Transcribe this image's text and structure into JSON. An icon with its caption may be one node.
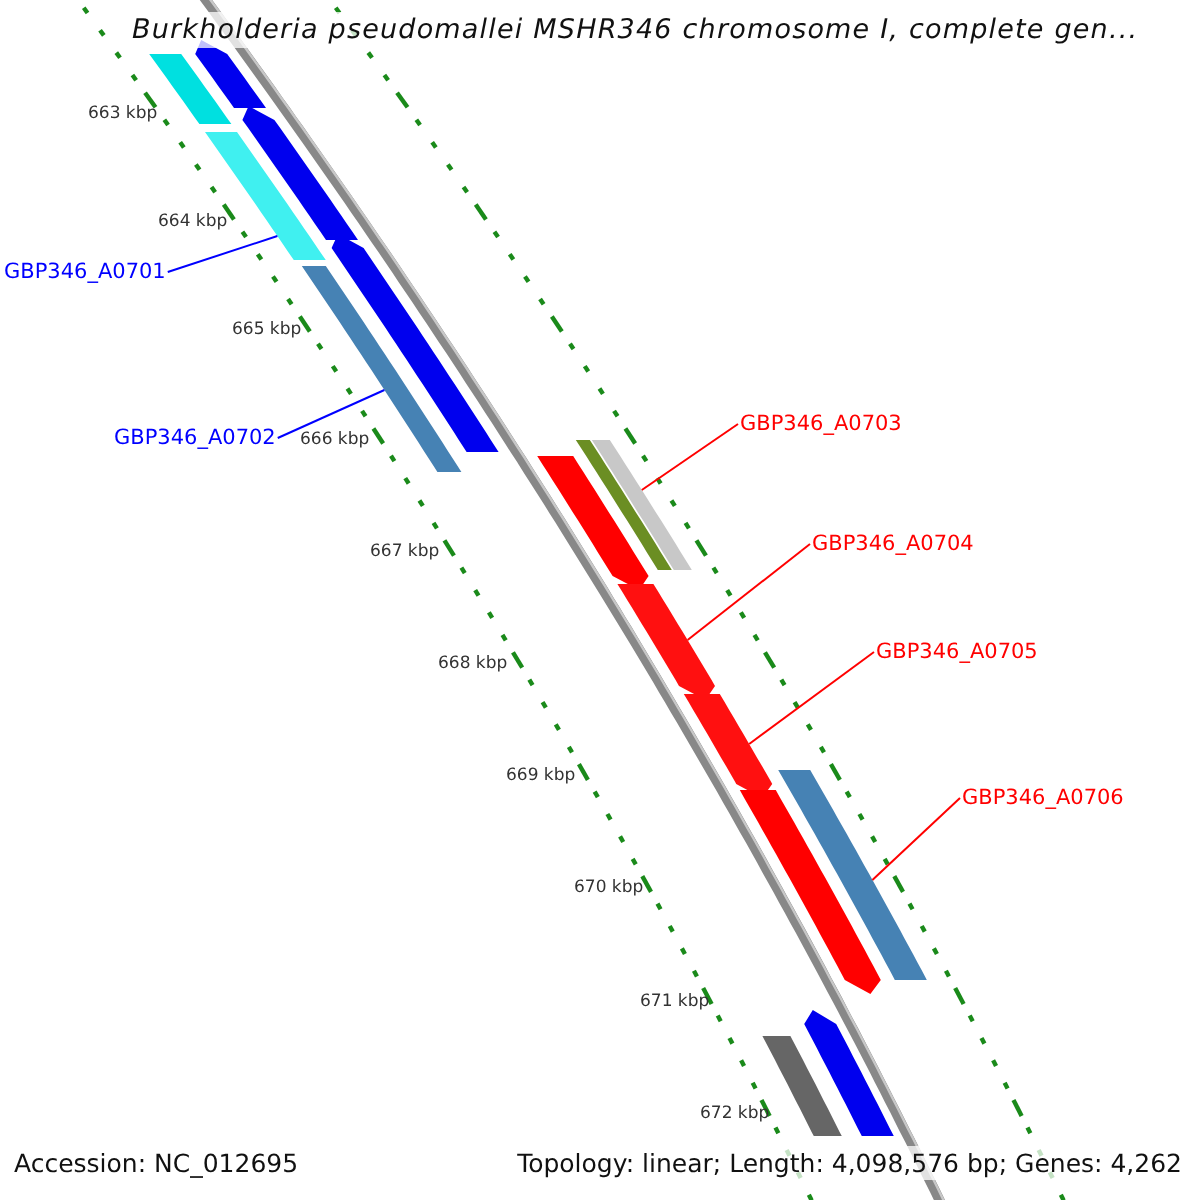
{
  "diagram": {
    "title": "Burkholderia pseudomallei MSHR346 chromosome I, complete gen...",
    "nodes": [
      {
        "text": [
          "GBP346_A0701"
        ]
      },
      {
        "text": [
          "GBP346_A0702"
        ]
      },
      {
        "text": [
          "GBP346_A0703"
        ]
      },
      {
        "text": [
          "GBP346_A0704"
        ]
      },
      {
        "text": [
          "GBP346_A0705"
        ]
      },
      {
        "text": [
          "GBP346_A0706"
        ]
      },
      {
        "text": [],
        "shape": "arrow"
      },
      {
        "text": [],
        "shape": "bar"
      },
      {
        "text": [],
        "shape": "arrow"
      },
      {
        "text": [],
        "shape": "bar"
      },
      {
        "text": [],
        "shape": "arrow"
      },
      {
        "text": [],
        "shape": "bar"
      },
      {
        "text": [],
        "shape": "bar"
      },
      {
        "text": [],
        "shape": "bar"
      },
      {
        "text": [],
        "shape": "arrow"
      },
      {
        "text": [],
        "shape": "arrow"
      },
      {
        "text": [],
        "shape": "arrow"
      },
      {
        "text": [],
        "shape": "bar"
      },
      {
        "text": [],
        "shape": "arrow"
      },
      {
        "text": [],
        "shape": "arrow"
      },
      {
        "text": [],
        "shape": "bar"
      }
    ],
    "edges": [
      {
        "from": 0,
        "to": 9,
        "arrow": "none",
        "color": "#0000ff"
      },
      {
        "from": 1,
        "to": 11,
        "arrow": "none",
        "color": "#0000ff"
      },
      {
        "from": 2,
        "to": 13,
        "arrow": "none"
      },
      {
        "from": 3,
        "to": 15,
        "arrow": "none"
      },
      {
        "from": 4,
        "to": 16,
        "arrow": "none"
      },
      {
        "from": 5,
        "to": 17,
        "arrow": "none"
      }
    ],
    "labels": [
      "663 kbp",
      "664 kbp",
      "665 kbp",
      "666 kbp",
      "667 kbp",
      "668 kbp",
      "669 kbp",
      "670 kbp",
      "671 kbp",
      "672 kbp",
      "Accession: NC_012695",
      "Topology: linear; Length: 4,098,576 bp; Genes: 4,262"
    ]
  }
}
